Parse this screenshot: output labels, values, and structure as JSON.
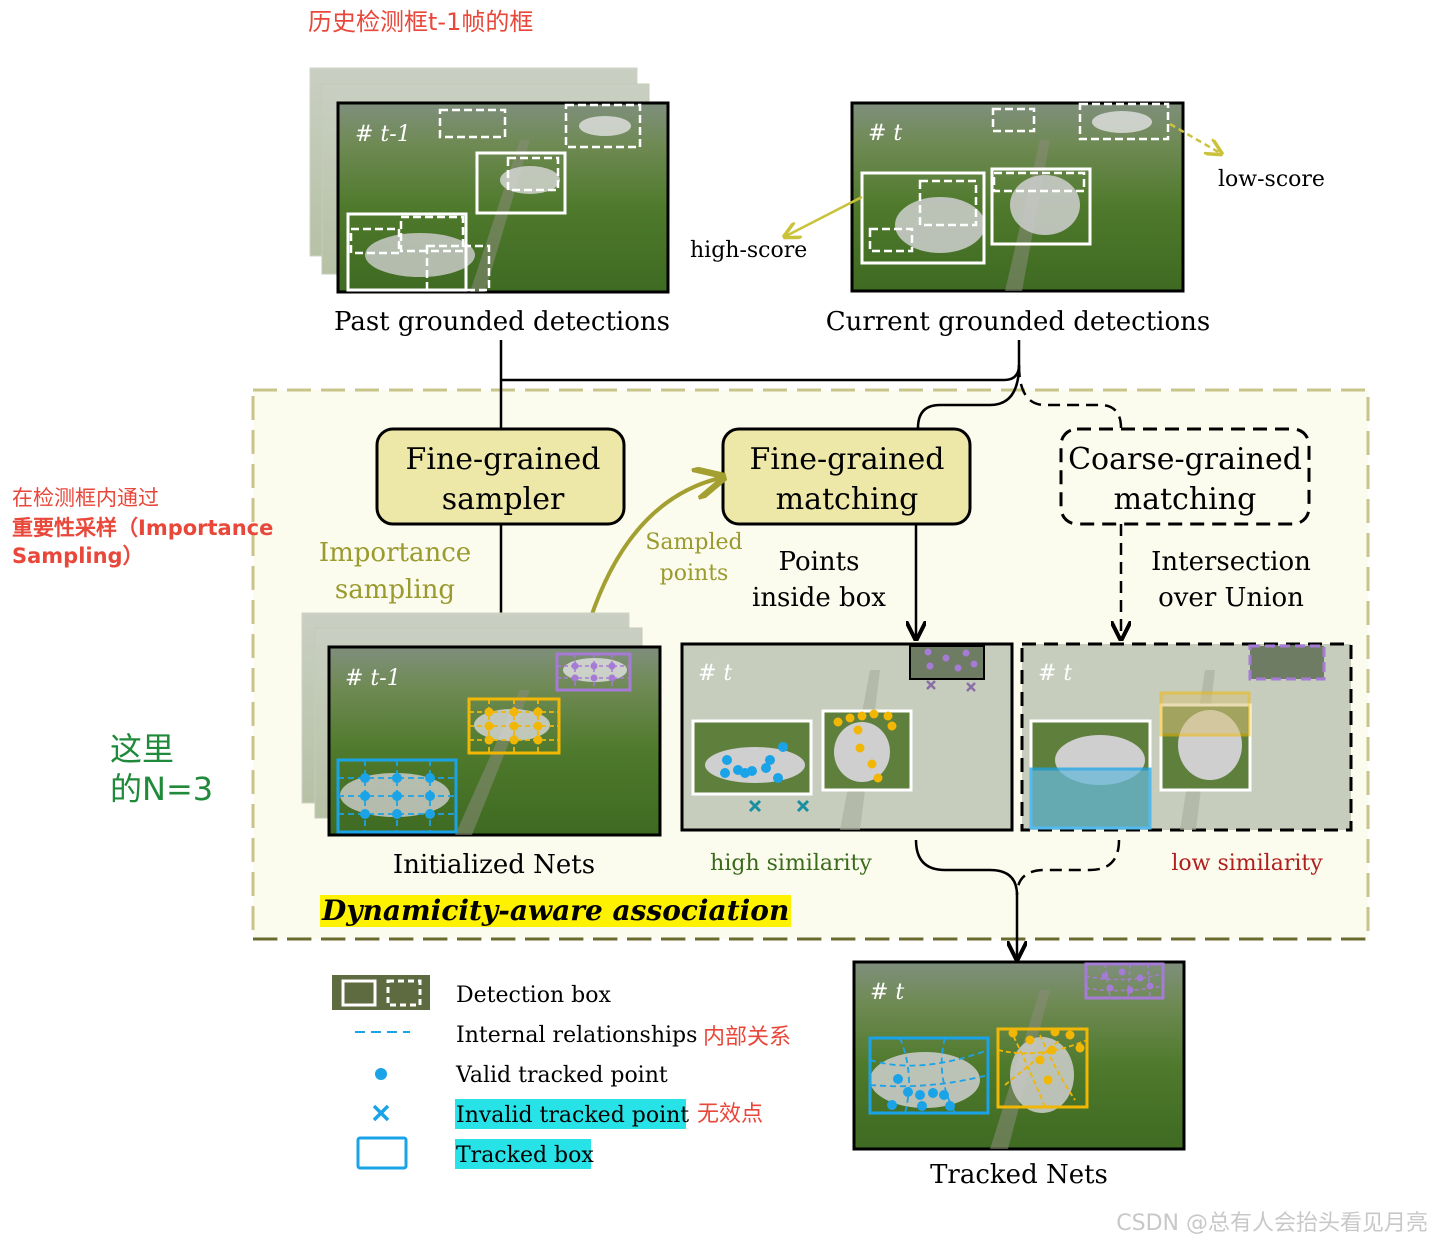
{
  "annotations": {
    "top_note": "历史检测框t-1帧的框",
    "left_note_line1": "在检测框内通过",
    "left_note_line2": "重要性采样（Importance",
    "left_note_line3": "Sampling）",
    "n_note_line1": "这里",
    "n_note_line2": "的N=3",
    "internal_note": "内部关系",
    "invalid_note": "无效点"
  },
  "frames": {
    "past_label": "# t-1",
    "current_label": "# t",
    "init_label": "# t-1",
    "fine_label": "# t",
    "coarse_label": "# t",
    "tracked_label": "# t"
  },
  "captions": {
    "past": "Past grounded detections",
    "current": "Current grounded detections",
    "high_score": "high-score",
    "low_score": "low-score",
    "initialized": "Initialized Nets",
    "tracked": "Tracked Nets",
    "high_similarity": "high similarity",
    "low_similarity": "low similarity"
  },
  "modules": {
    "sampler_line1": "Fine-grained",
    "sampler_line2": "sampler",
    "fine_line1": "Fine-grained",
    "fine_line2": "matching",
    "coarse_line1": "Coarse-grained",
    "coarse_line2": "matching"
  },
  "edge_labels": {
    "importance1": "Importance",
    "importance2": "sampling",
    "sampled1": "Sampled",
    "sampled2": "points",
    "inside1": "Points",
    "inside2": "inside box",
    "iou1": "Intersection",
    "iou2": "over Union"
  },
  "section_title": "Dynamicity-aware association",
  "legend": {
    "detection_box": "Detection box",
    "internal": "Internal relationships",
    "valid": "Valid tracked point",
    "invalid": "Invalid tracked point",
    "tracked_box": "Tracked box"
  },
  "watermark": "CSDN @总有人会抬头看见月亮",
  "colors": {
    "module_fill": "#ede8a8",
    "section_fill": "#fbfbee",
    "section_border": "#6b6a2e",
    "annotation_red": "#e8473a",
    "annotation_green": "#1f8a3a",
    "olive_text": "#9a9a2e",
    "blue": "#1ba3e8",
    "orange": "#f2b705",
    "purple": "#a57bd6",
    "highlight_yellow": "#fff200",
    "highlight_cyan": "#27e3e8"
  }
}
